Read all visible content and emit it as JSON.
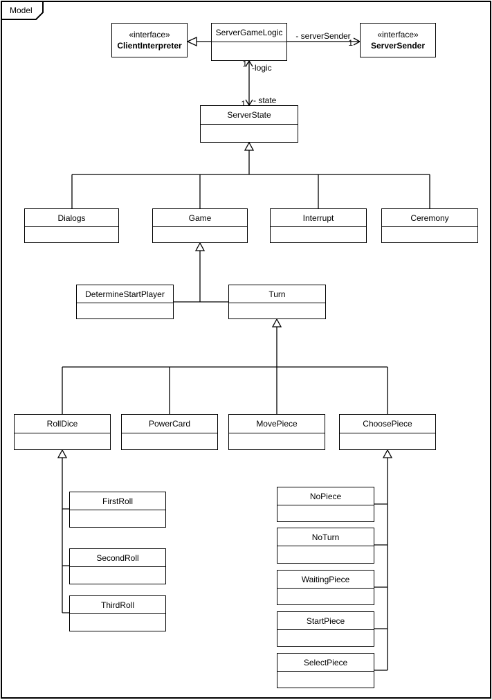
{
  "package": {
    "label": "Model"
  },
  "classes": {
    "clientInterpreter": {
      "stereotype": "«interface»",
      "name": "ClientInterpreter"
    },
    "serverGameLogic": {
      "name": "ServerGameLogic"
    },
    "serverSender": {
      "stereotype": "«interface»",
      "name": "ServerSender"
    },
    "serverState": {
      "name": "ServerState"
    },
    "dialogs": {
      "name": "Dialogs"
    },
    "game": {
      "name": "Game"
    },
    "interrupt": {
      "name": "Interrupt"
    },
    "ceremony": {
      "name": "Ceremony"
    },
    "determineStartPlayer": {
      "name": "DetermineStartPlayer"
    },
    "turn": {
      "name": "Turn"
    },
    "rollDice": {
      "name": "RollDice"
    },
    "powerCard": {
      "name": "PowerCard"
    },
    "movePiece": {
      "name": "MovePiece"
    },
    "choosePiece": {
      "name": "ChoosePiece"
    },
    "firstRoll": {
      "name": "FirstRoll"
    },
    "secondRoll": {
      "name": "SecondRoll"
    },
    "thirdRoll": {
      "name": "ThirdRoll"
    },
    "noPiece": {
      "name": "NoPiece"
    },
    "noTurn": {
      "name": "NoTurn"
    },
    "waitingPiece": {
      "name": "WaitingPiece"
    },
    "startPiece": {
      "name": "StartPiece"
    },
    "selectPiece": {
      "name": "SelectPiece"
    }
  },
  "edges": {
    "serverSender": {
      "label": "- serverSender",
      "multiplicity": "1"
    },
    "logicState": {
      "topMultiplicity": "1",
      "topLabel": "-logic",
      "bottomMultiplicity": "1",
      "bottomLabel": "- state"
    }
  },
  "colors": {
    "stroke": "#000000",
    "fill": "#ffffff",
    "bg": "#ffffff",
    "text": "#000000"
  }
}
